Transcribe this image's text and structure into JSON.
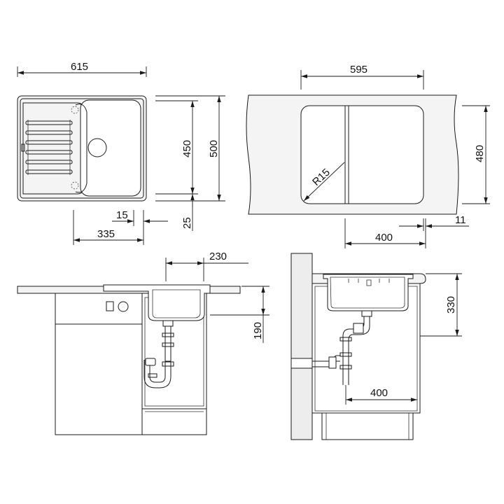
{
  "dimensions": {
    "top_left_width": "615",
    "top_left_inner_height": "450",
    "top_left_outer_height": "500",
    "top_left_offset": "15",
    "top_left_drain_distance": "335",
    "top_left_bottom_margin": "25",
    "top_right_width": "595",
    "top_right_height": "480",
    "top_right_radius": "R15",
    "top_right_offset": "400",
    "top_right_small": "11",
    "bottom_left_depth": "230",
    "bottom_left_height": "190",
    "bottom_right_depth": "330",
    "bottom_right_offset": "400"
  }
}
